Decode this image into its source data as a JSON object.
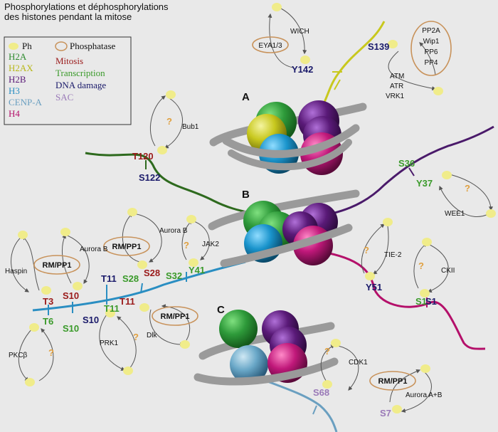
{
  "title": {
    "line1": "Phosphorylations et déphosphorylations",
    "line2": "des histones pendant la mitose"
  },
  "legend": {
    "ph": "Ph",
    "phosphatase": "Phosphatase",
    "histones": [
      {
        "label": "H2A",
        "color": "#2e8b2e"
      },
      {
        "label": "H2AX",
        "color": "#c8c81e"
      },
      {
        "label": "H2B",
        "color": "#5a1a78"
      },
      {
        "label": "H3",
        "color": "#2a8ec2"
      },
      {
        "label": "CENP-A",
        "color": "#6a9fc0"
      },
      {
        "label": "H4",
        "color": "#b4106a"
      }
    ],
    "processes": [
      {
        "label": "Mitosis",
        "color": "#9a1a1a"
      },
      {
        "label": "Transcription",
        "color": "#3a9a2a"
      },
      {
        "label": "DNA damage",
        "color": "#1a1a6a"
      },
      {
        "label": "SAC",
        "color": "#9a7ab8"
      }
    ]
  },
  "nucleosomes": {
    "a": "A",
    "b": "B",
    "c": "C"
  },
  "sites": {
    "y142": "Y142",
    "s139": "S139",
    "t120": "T120",
    "s122": "S122",
    "s36": "S36",
    "y37": "Y37",
    "t3": "T3",
    "s10a": "S10",
    "s10b": "S10",
    "s10c": "S10",
    "t6": "T6",
    "t11a": "T11",
    "t11b": "T11",
    "t11c": "T11",
    "s28a": "S28",
    "s28b": "S28",
    "s32": "S32",
    "y41": "Y41",
    "y51": "Y51",
    "s1a": "S1",
    "s1b": "S1",
    "s68": "S68",
    "s7": "S7"
  },
  "kinases": {
    "wich": "WICH",
    "atm": "ATM",
    "atr": "ATR",
    "vrk1": "VRK1",
    "bub1": "Bub1",
    "wee1": "WEE1",
    "haspin": "Haspin",
    "aurora_b1": "Aurora B",
    "aurora_b2": "Aurora B",
    "jak2": "JAK2",
    "tie2": "TIE-2",
    "ckii": "CKII",
    "pkcb": "PKCβ",
    "prk1": "PRK1",
    "dlk": "Dlk",
    "cdk1": "CDK1",
    "aurora_ab": "Aurora A+B"
  },
  "phosphatases": {
    "eya": "EYA1/3",
    "pp_group": [
      "PP2A",
      "Wip1",
      "PP6",
      "PP4"
    ],
    "rmpp1_a": "RM/PP1",
    "rmpp1_b": "RM/PP1",
    "rmpp1_c": "RM/PP1",
    "rmpp1_d": "RM/PP1"
  },
  "unknown": "?",
  "colors": {
    "ph": "#f0ec8a",
    "phosphatase_border": "#c8925a",
    "dna": "#9a9a9a",
    "h2a": "#2e8b2e",
    "h2ax": "#c8c81e",
    "h2b": "#5a1a78",
    "h3": "#2a8ec2",
    "cenpa": "#6a9fc0",
    "h4": "#b4106a",
    "background": "#e9e9e9"
  }
}
